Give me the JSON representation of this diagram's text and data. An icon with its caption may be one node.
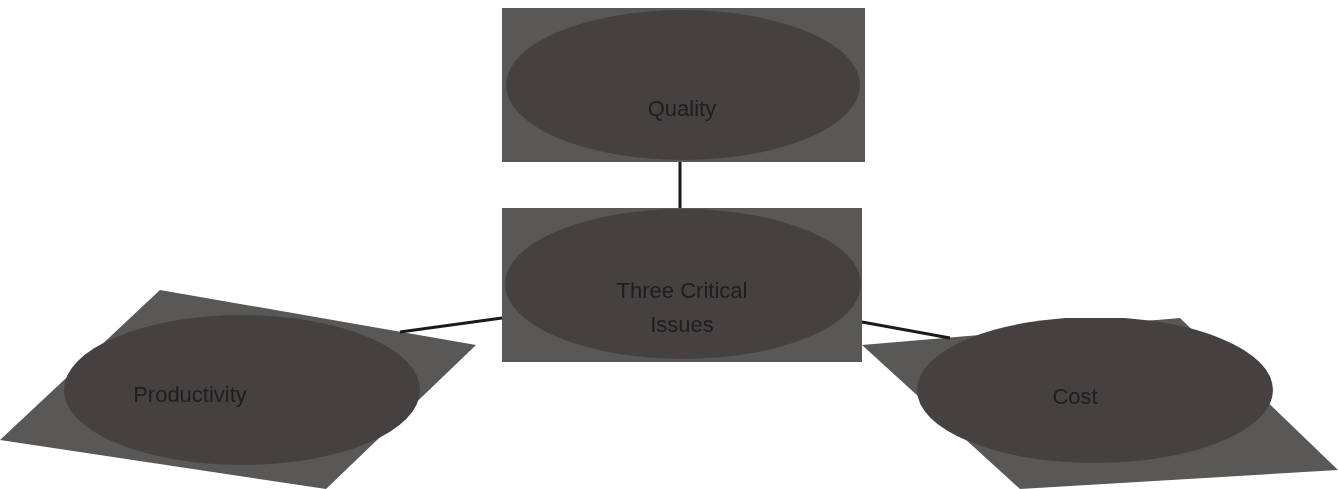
{
  "diagram": {
    "nodes": [
      {
        "text": [
          "Quality"
        ]
      },
      {
        "text": [
          "Three Critical Issues"
        ]
      },
      {
        "text": [
          "Productivity"
        ]
      },
      {
        "text": [
          "Cost"
        ]
      }
    ],
    "edges": [
      {
        "from": 0,
        "to": 1,
        "arrow": "none"
      },
      {
        "from": 1,
        "to": 2,
        "arrow": "none"
      },
      {
        "from": 1,
        "to": 3,
        "arrow": "none"
      }
    ]
  }
}
